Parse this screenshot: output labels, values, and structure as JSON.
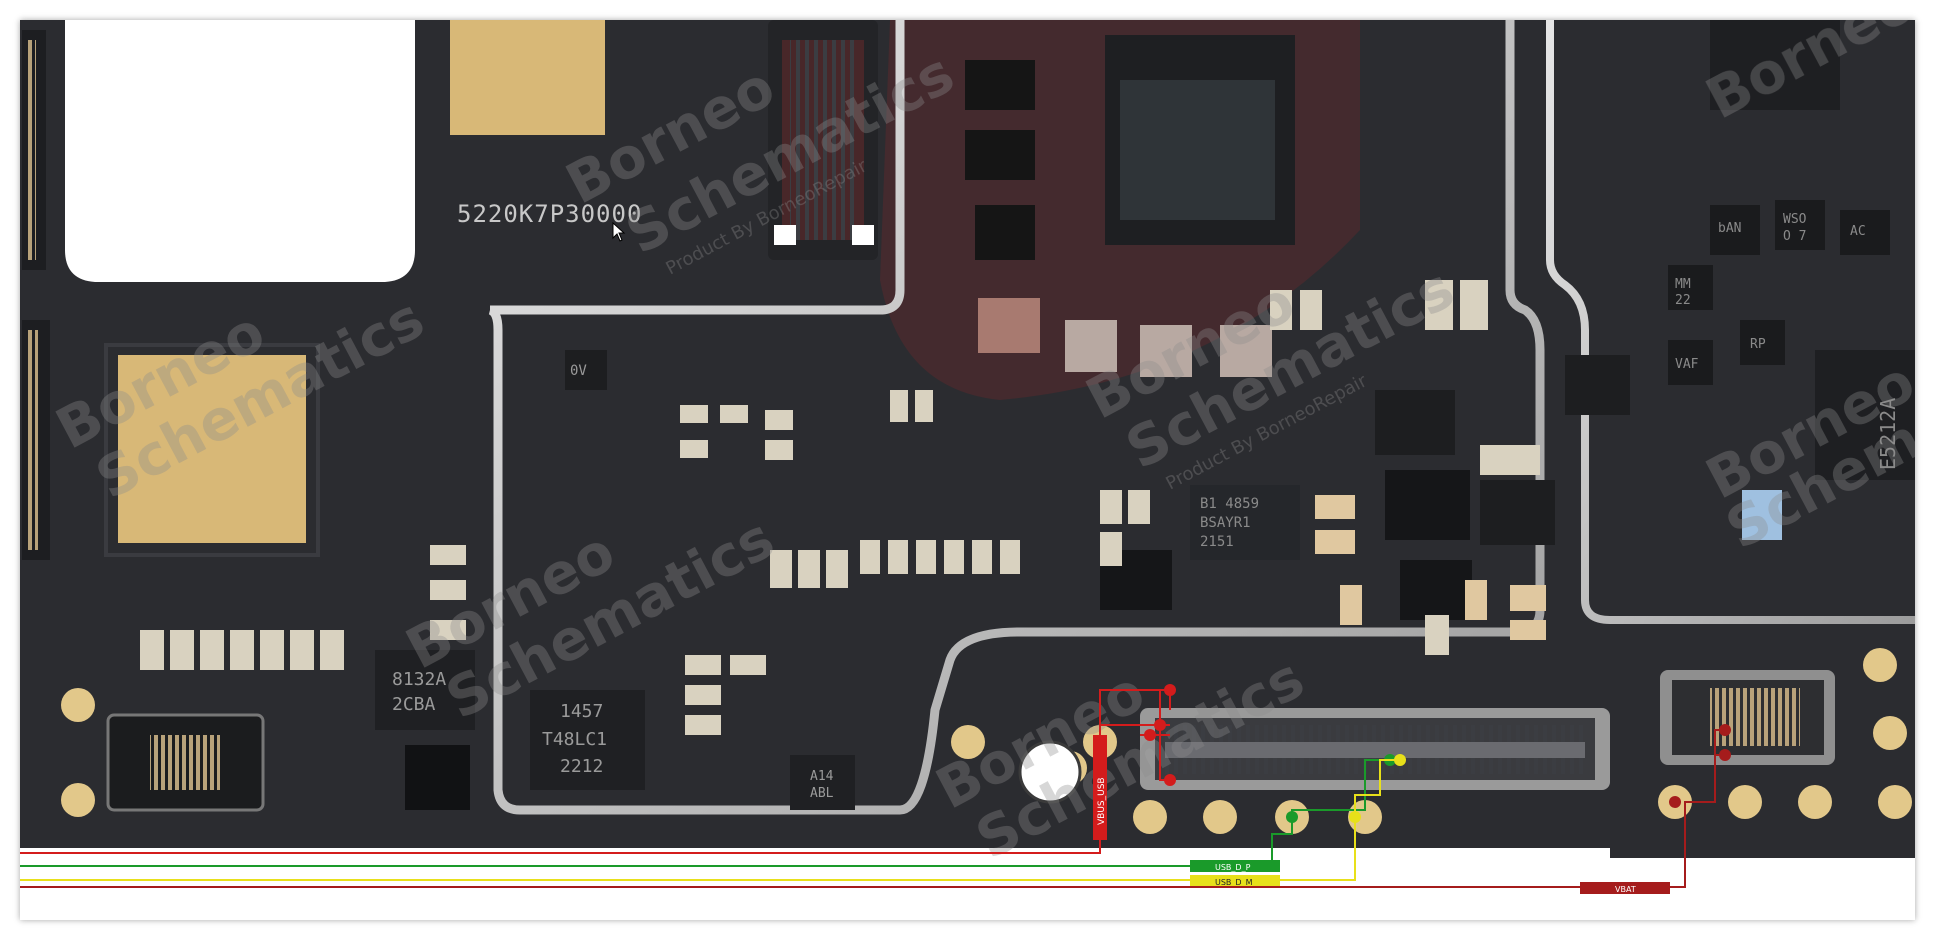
{
  "board": {
    "silkscreen": {
      "part_number": "5220K7P30000",
      "chip_8132": "8132A",
      "chip_8132_sub": "2CBA",
      "chip_1457": "1457",
      "chip_t48": "T48LC1",
      "chip_2212": "2212",
      "chip_a14": "A14",
      "chip_abl": "ABL",
      "chip_0v": "0V",
      "chip_b1": "B1 4859",
      "chip_b2": "BSAYR1",
      "chip_b3": "2151",
      "chip_e5212": "E5212A",
      "chip_nam": "bAN",
      "chip_wso": "WSO",
      "chip_o7": "O 7",
      "chip_ac": "AC",
      "chip_va": "VAF",
      "chip_rp": "RP",
      "chip_mm": "MM",
      "chip_22": "22"
    },
    "watermark": {
      "line1": "Borneo",
      "line2": "Schematics",
      "line3": "Product By BorneoRepair"
    }
  },
  "nets": {
    "vbus": {
      "label": "VBUS_USB",
      "color": "#d41c1c"
    },
    "usb_dp": {
      "label": "USB_D_P",
      "color": "#1a9a2a"
    },
    "usb_dm": {
      "label": "USB_D_M",
      "color": "#e8e01a"
    },
    "vbat": {
      "label": "VBAT",
      "color": "#a51c1c"
    }
  },
  "colors": {
    "pcb": "#2b2c30",
    "pad": "#d8b877",
    "shield": "#cfcfcf"
  }
}
